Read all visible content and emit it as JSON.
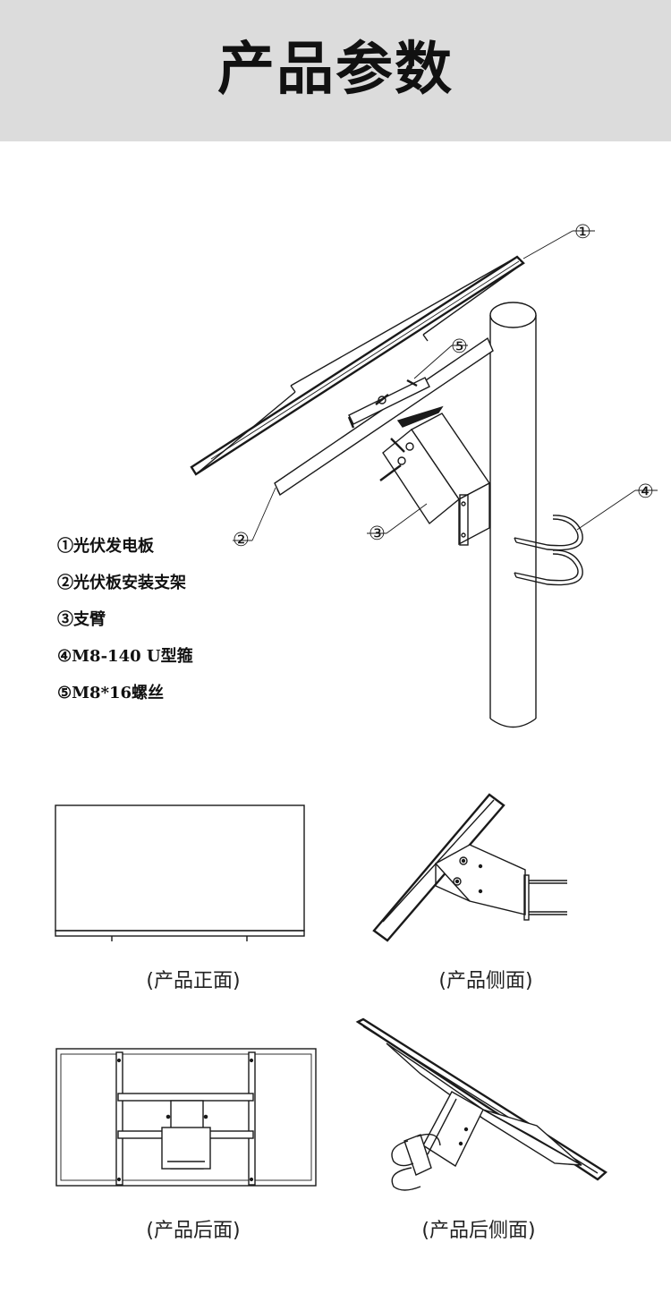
{
  "header": {
    "title": "产品参数"
  },
  "markers": [
    "①",
    "②",
    "③",
    "④",
    "⑤"
  ],
  "legend": [
    "①光伏发电板",
    "②光伏板安装支架",
    "③支臂",
    "④M8-140 U型箍",
    "⑤M8*16螺丝"
  ],
  "views": {
    "front": "(产品正面)",
    "side": "(产品侧面)",
    "back": "(产品后面)",
    "back_side": "(产品后侧面)"
  },
  "colors": {
    "header_background": "#dcdcdc",
    "line": "#1a1a1a",
    "page": "#ffffff"
  }
}
